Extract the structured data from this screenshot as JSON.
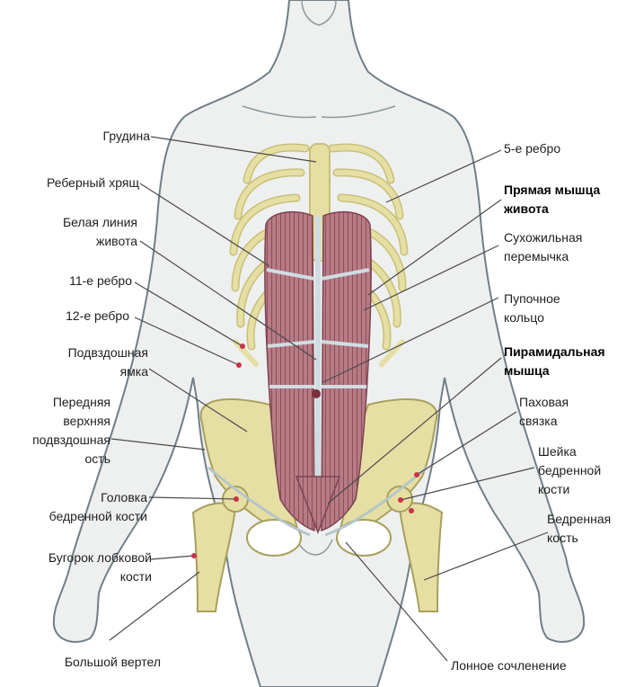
{
  "labels": {
    "sternum": "Грудина",
    "costal_cartilage": "Реберный хрящ",
    "linea_alba": [
      "Белая линия",
      "живота"
    ],
    "rib11": "11-е ребро",
    "rib12": "12-е ребро",
    "iliac_fossa": [
      "Подвздошная",
      "ямка"
    ],
    "asis": [
      "Передняя",
      "верхняя",
      "подвздошная",
      "ость"
    ],
    "femoral_head": [
      "Головка",
      "бедренной кости"
    ],
    "pubic_tubercle": [
      "Бугорок лобковой",
      "кости"
    ],
    "greater_trochanter": "Большой вертел",
    "rib5": "5-е ребро",
    "rectus": [
      "Прямая мышца",
      "живота"
    ],
    "tendinous_intersection": [
      "Сухожильная",
      "перемычка"
    ],
    "umbilical_ring": [
      "Пупочное",
      "кольцо"
    ],
    "pyramidalis": [
      "Пирамидальная",
      "мышца"
    ],
    "inguinal_ligament": [
      "Паховая",
      "связка"
    ],
    "femoral_neck": [
      "Шейка",
      "бедренной",
      "кости"
    ],
    "femur": [
      "Бедренная",
      "кость"
    ],
    "pubic_symphysis": "Лонное сочленение"
  },
  "colors": {
    "body_outline": "#6f7f86",
    "bone": "#e6dfa4",
    "bone_shadow": "#c9bf78",
    "muscle": "#b77c86",
    "muscle_dark": "#8d4f5b",
    "tendon": "#cfdde2",
    "leader": "#4a4a4a"
  }
}
